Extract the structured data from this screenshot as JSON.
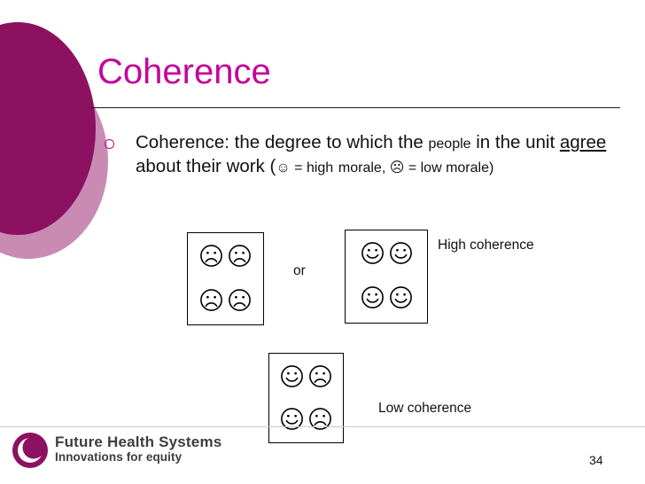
{
  "slide": {
    "title": "Coherence",
    "page_number": "34",
    "accent_color": "#c2069a",
    "deco_dark_color": "#8c1160",
    "deco_light_color": "#c98bb4"
  },
  "bullet": {
    "marker": "hollow-circle-bullet",
    "text_part1": "Coherence: the degree to which the ",
    "text_small1": "people",
    "text_part2": "in the unit ",
    "text_underlined": "agree ",
    "text_part3": "about their work (",
    "happy_glyph": "☺",
    "text_small2": " = high",
    "text_small3": "morale, ",
    "sad_glyph": "☹",
    "text_small4": " = low morale)"
  },
  "diagram": {
    "or_label": "or",
    "high_coherence_label": "High coherence",
    "low_coherence_label": "Low coherence",
    "boxes": [
      {
        "name": "all-sad-unit",
        "faces": [
          "sad",
          "sad",
          "sad",
          "sad"
        ]
      },
      {
        "name": "all-happy-unit",
        "faces": [
          "happy",
          "happy",
          "happy",
          "happy"
        ]
      },
      {
        "name": "mixed-unit",
        "faces": [
          "happy",
          "sad",
          "happy",
          "sad"
        ]
      }
    ]
  },
  "footer": {
    "org_name": "Future Health Systems",
    "tagline": "Innovations for equity",
    "logo": "crescent-circle-logo",
    "logo_color": "#8c1160",
    "text_color": "#3d3d3d"
  }
}
